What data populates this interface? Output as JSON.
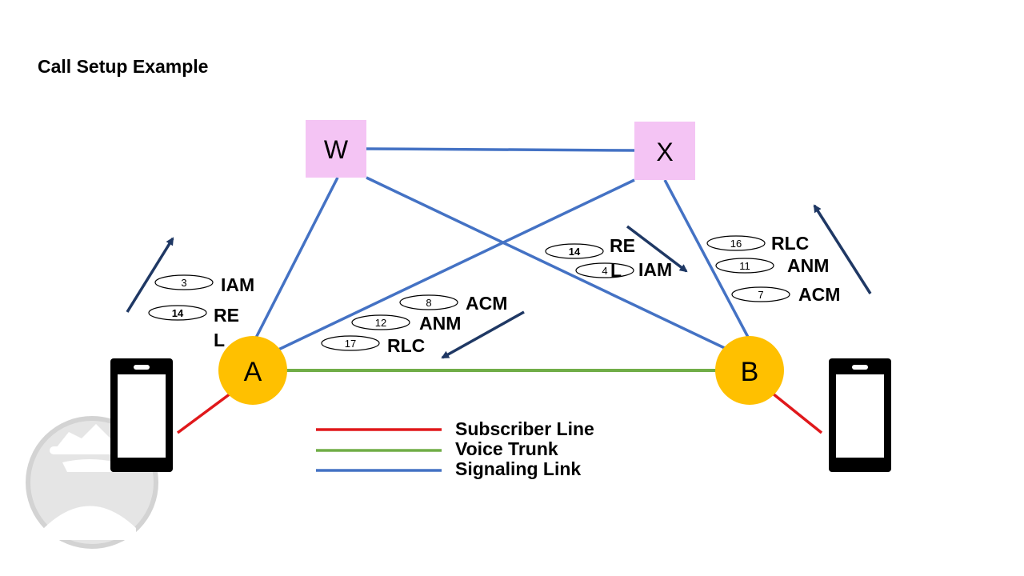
{
  "title": "Call Setup Example",
  "colors": {
    "subscriber_line": "#e0181b",
    "voice_trunk": "#70ad47",
    "signaling_link": "#4472c4",
    "arrow": "#1f3864",
    "stp_fill": "#f4c4f4",
    "ssp_fill": "#ffc000",
    "phone": "#000000"
  },
  "nodes": {
    "W": "W",
    "X": "X",
    "A": "A",
    "B": "B"
  },
  "messages": {
    "left": [
      {
        "num": "3",
        "text": "IAM"
      },
      {
        "num": "14",
        "text": "RE"
      },
      {
        "num": "",
        "text": "L"
      }
    ],
    "center_left": [
      {
        "num": "8",
        "text": "ACM"
      },
      {
        "num": "12",
        "text": "ANM"
      },
      {
        "num": "17",
        "text": "RLC"
      }
    ],
    "center_right": [
      {
        "num": "14",
        "text": "RE"
      },
      {
        "num": "4",
        "text": "IAM",
        "overlap": "L"
      }
    ],
    "right": [
      {
        "num": "16",
        "text": "RLC"
      },
      {
        "num": "11",
        "text": "ANM"
      },
      {
        "num": "7",
        "text": "ACM"
      }
    ]
  },
  "legend": [
    {
      "label": "Subscriber Line",
      "color_key": "subscriber_line"
    },
    {
      "label": "Voice Trunk",
      "color_key": "voice_trunk"
    },
    {
      "label": "Signaling Link",
      "color_key": "signaling_link"
    }
  ],
  "watermark": "incognito-spy-icon"
}
